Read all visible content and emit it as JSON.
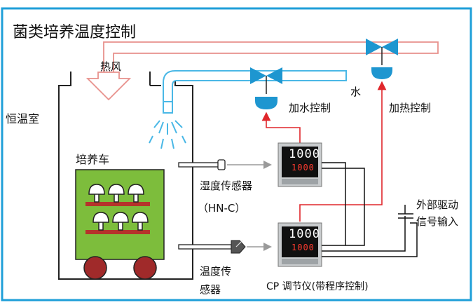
{
  "diagram": {
    "title": "菌类培养温度控制",
    "labels": {
      "hot_air": "热风",
      "constant_temp_room": "恒温室",
      "culture_cart": "培养车",
      "water": "水",
      "add_water_control": "加水控制",
      "add_heat_control": "加热控制",
      "humidity_sensor": "湿度传感器",
      "humidity_sensor_model": "（HN-C）",
      "temp_sensor_line1": "温度传",
      "temp_sensor_line2": "感器",
      "ext_drive_line1": "外部驱动",
      "ext_drive_line2": "信号输入",
      "controller_caption": "CP 调节仪(带程序控制)"
    },
    "controller_displays": {
      "top": "1000",
      "bottom": "1000"
    },
    "colors": {
      "frame": "#1f9fd8",
      "hot_air_pipe": "#e8918c",
      "water_pipe": "#4ab8e6",
      "valve": "#1e96d0",
      "cart": "#7dbd3c",
      "shelf": "#b5332b",
      "wheel": "#a02a2a",
      "signal_arrow": "#e0262b",
      "sensor_arrow": "#999999",
      "display_red": "#ff3b2f",
      "display_green": "#22d04a"
    }
  }
}
